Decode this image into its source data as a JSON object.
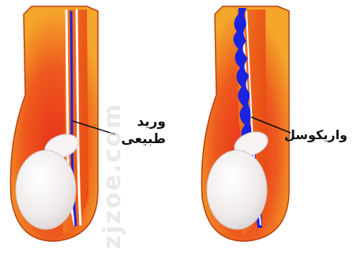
{
  "labels": {
    "normal_line1": "ورید",
    "normal_line2": "طبیعی",
    "varicocele": "واریکوسل"
  },
  "watermark": "zjzoe.com",
  "colors": {
    "scrotum_outer": "#e8941c",
    "scrotum_inner": "#e03a12",
    "testis": "#f4f1f1",
    "vein": "#1a23e0",
    "background": "#ffffff"
  }
}
